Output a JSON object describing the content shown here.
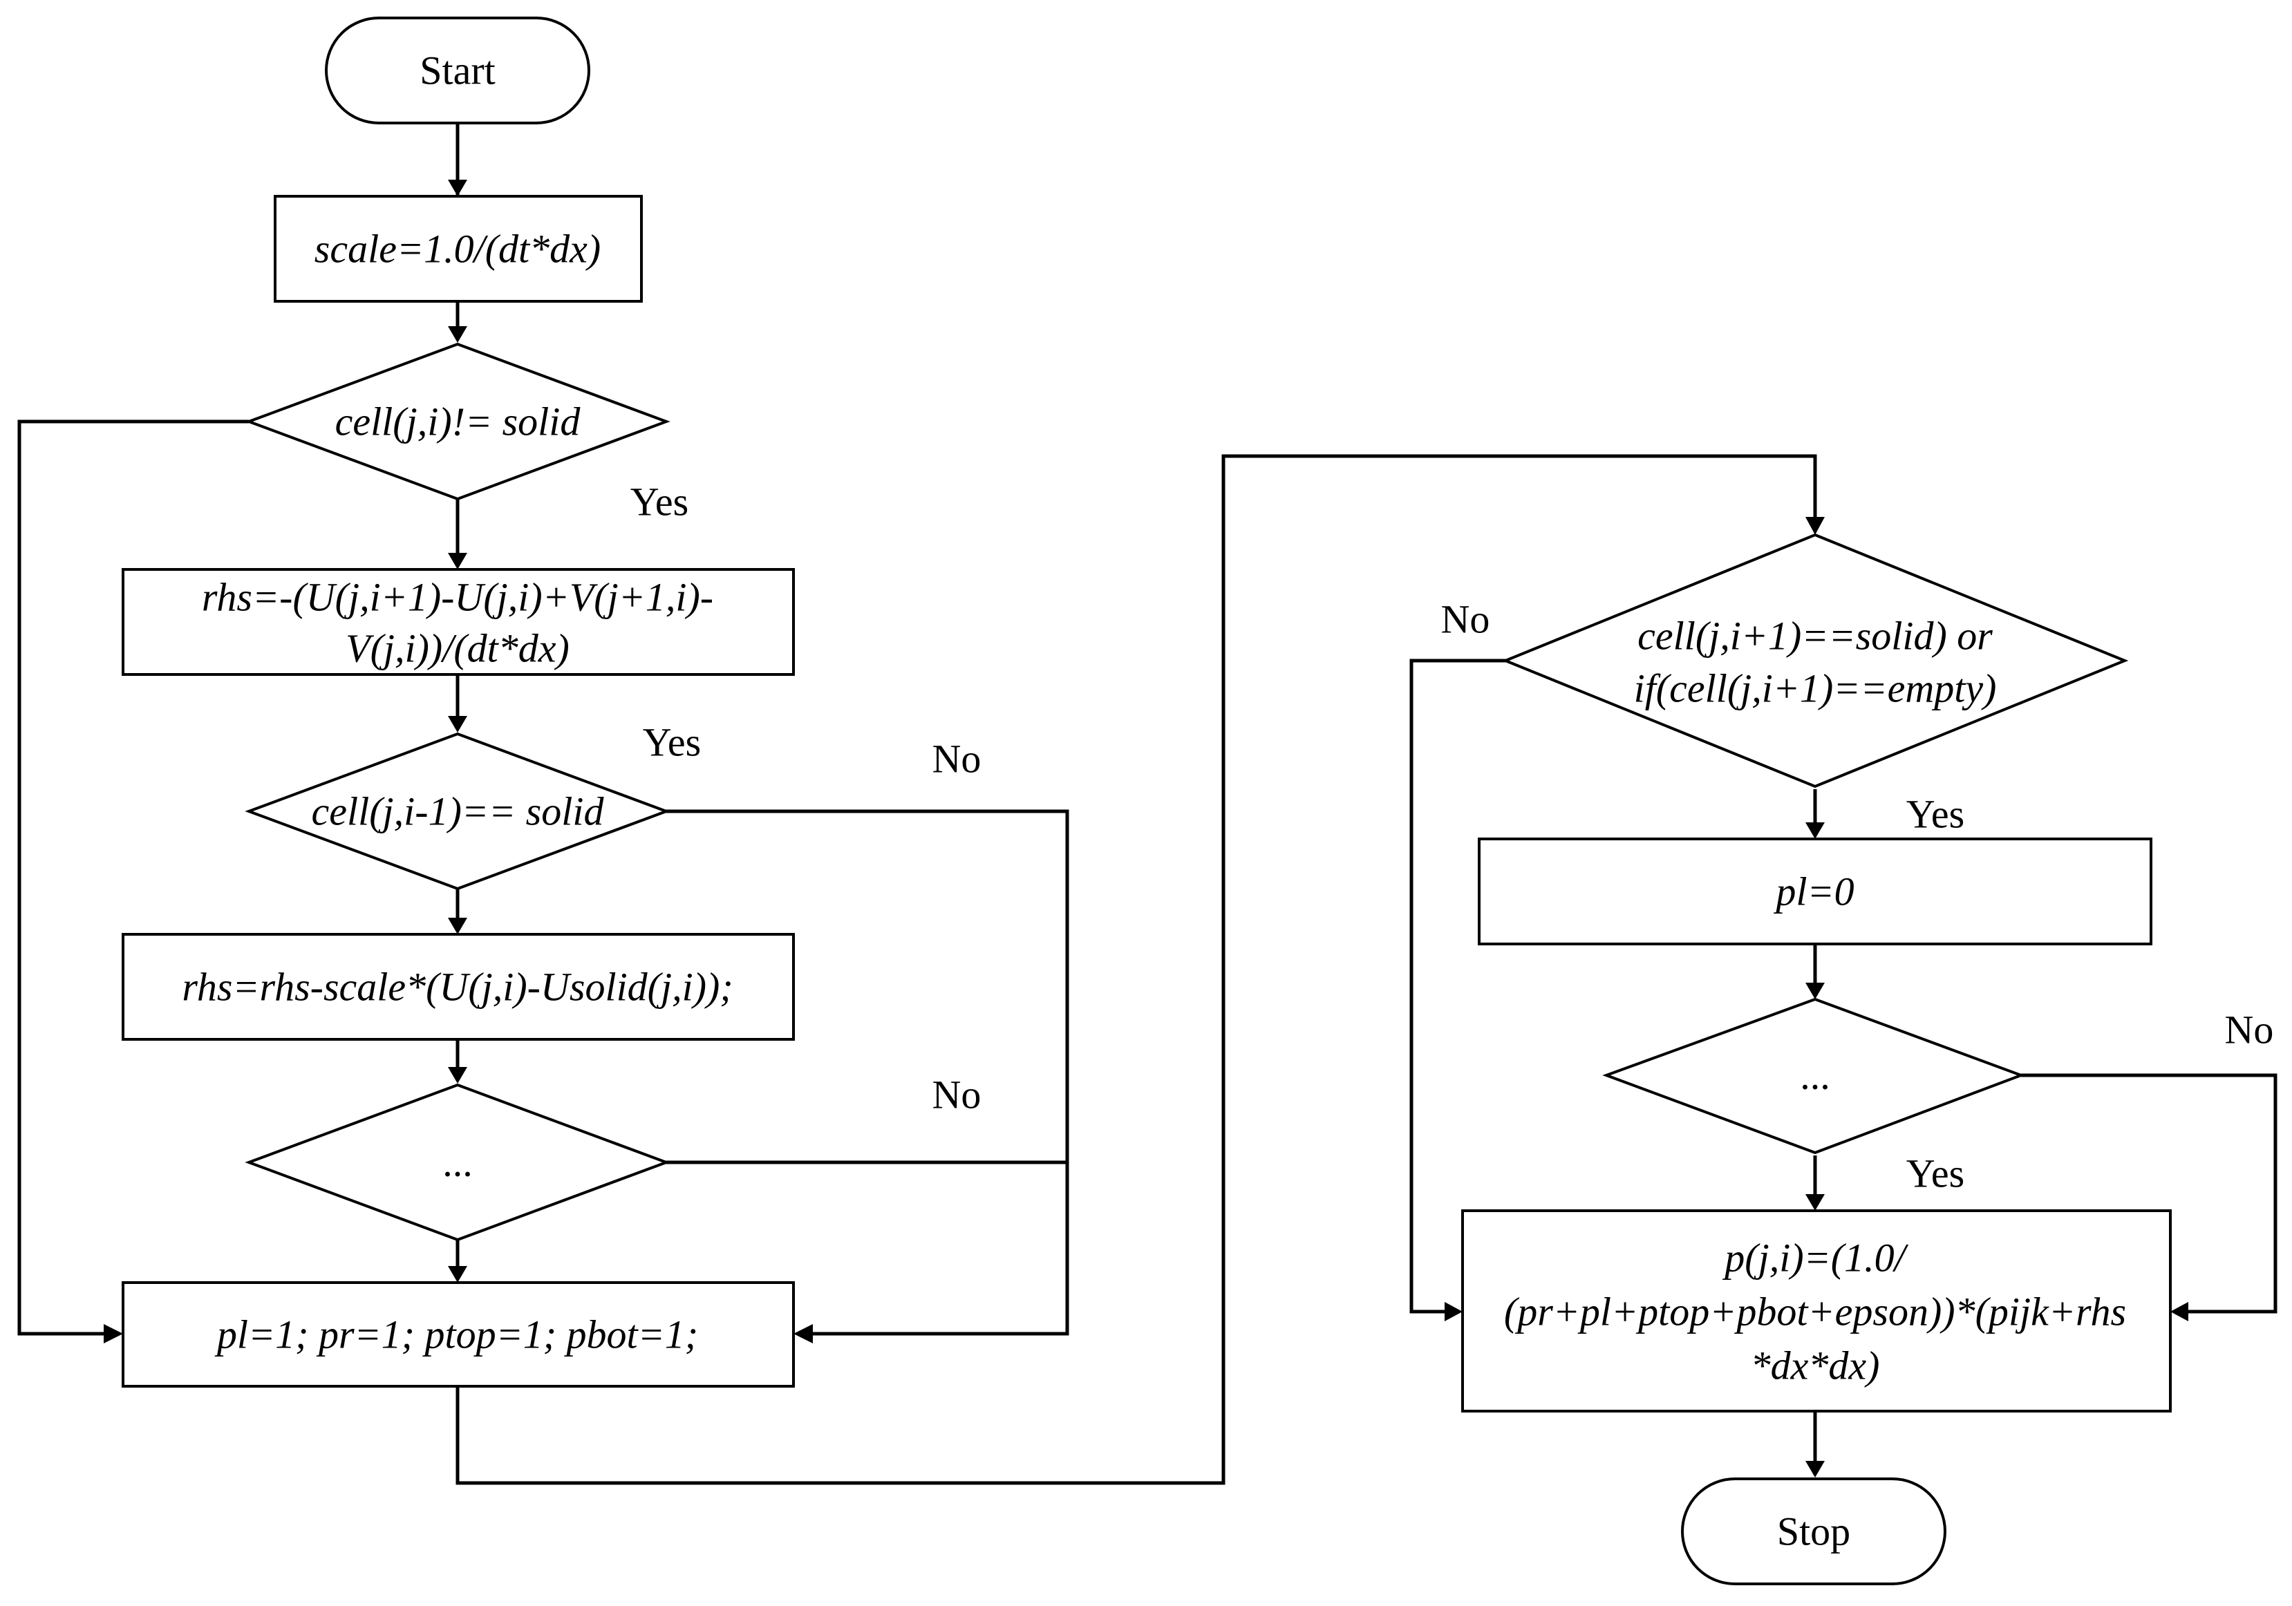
{
  "terminals": {
    "start": "Start",
    "stop": "Stop"
  },
  "processes": {
    "scale": "scale=1.0/(dt*dx)",
    "rhs_line1": "rhs=-(U(j,i+1)-U(j,i)+V(j+1,i)-",
    "rhs_line2": "V(j,i))/(dt*dx)",
    "rhs_update": "rhs=rhs-scale*(U(j,i)-Usolid(j,i));",
    "p_init": "pl=1; pr=1; ptop=1; pbot=1;",
    "pl_zero": "pl=0",
    "p_line1": "p(j,i)=(1.0/",
    "p_line2": "(pr+pl+ptop+pbot+epson))*(pijk+rhs",
    "p_line3": "*dx*dx)"
  },
  "decisions": {
    "not_solid": "cell(j,i)!= solid",
    "left_solid": "cell(j,i-1)== solid",
    "left_ellipsis": "...",
    "right_line1": "cell(j,i+1)==solid) or",
    "right_line2": "if(cell(j,i+1)==empty)",
    "right_ellipsis": "..."
  },
  "branch_labels": {
    "yes_1": "Yes",
    "yes_2": "Yes",
    "no_1": "No",
    "no_2": "No",
    "no_3": "No",
    "yes_3": "Yes",
    "no_4": "No",
    "yes_4": "Yes"
  }
}
